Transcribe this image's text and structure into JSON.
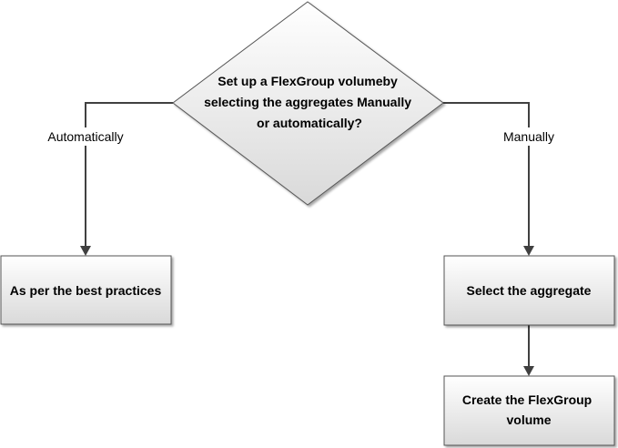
{
  "decision": {
    "lines": [
      "Set up a FlexGroup volumeby",
      "selecting the aggregates Manually",
      "or automatically?"
    ]
  },
  "edges": {
    "left_label": "Automatically",
    "right_label": "Manually"
  },
  "boxes": {
    "best_practices": {
      "lines": [
        "As per the best practices"
      ]
    },
    "select_aggregate": {
      "lines": [
        "Select the aggregate"
      ]
    },
    "create_volume": {
      "lines": [
        "Create the FlexGroup",
        "volume"
      ]
    }
  },
  "colors": {
    "shape_fill_top": "#ffffff",
    "shape_fill_bottom": "#d9d9d9",
    "line": "#404040",
    "text": "#000000"
  }
}
